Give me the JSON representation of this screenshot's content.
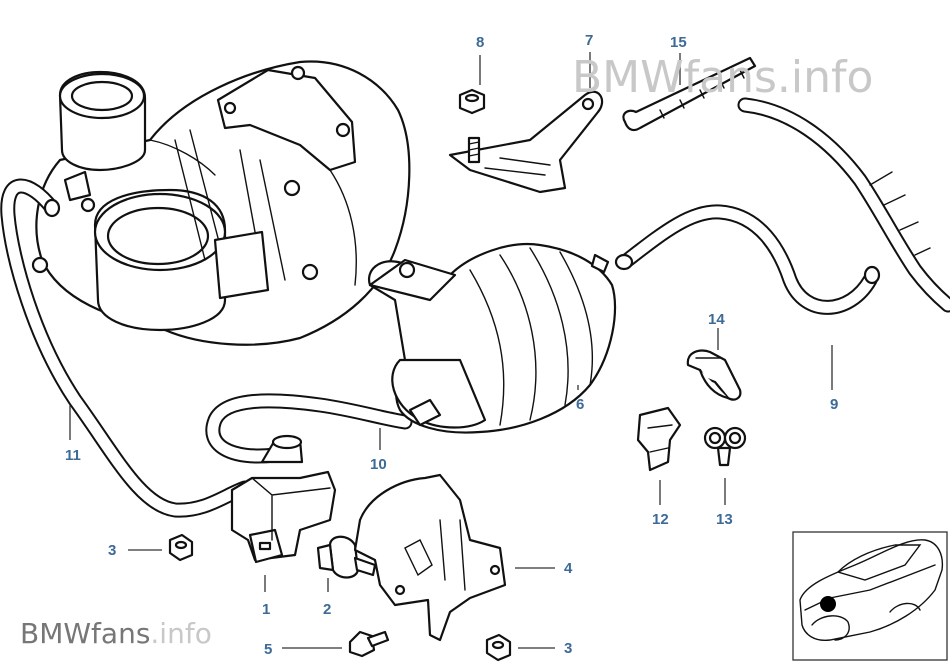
{
  "watermark": {
    "top": "BMWfans.info",
    "bottom_brand": "BMWfans",
    "bottom_suffix": ".info"
  },
  "callouts": [
    {
      "id": "c1",
      "label": "1"
    },
    {
      "id": "c2",
      "label": "2"
    },
    {
      "id": "c3a",
      "label": "3"
    },
    {
      "id": "c3b",
      "label": "3"
    },
    {
      "id": "c4",
      "label": "4"
    },
    {
      "id": "c5",
      "label": "5"
    },
    {
      "id": "c6",
      "label": "6"
    },
    {
      "id": "c7",
      "label": "7"
    },
    {
      "id": "c8",
      "label": "8"
    },
    {
      "id": "c9",
      "label": "9"
    },
    {
      "id": "c10",
      "label": "10"
    },
    {
      "id": "c11",
      "label": "11"
    },
    {
      "id": "c12",
      "label": "12"
    },
    {
      "id": "c13",
      "label": "13"
    },
    {
      "id": "c14",
      "label": "14"
    },
    {
      "id": "c15",
      "label": "15"
    }
  ],
  "colors": {
    "callout": "#3d6a97",
    "watermark": "#c8c8c8",
    "line": "#111111",
    "marker": "#000000"
  }
}
